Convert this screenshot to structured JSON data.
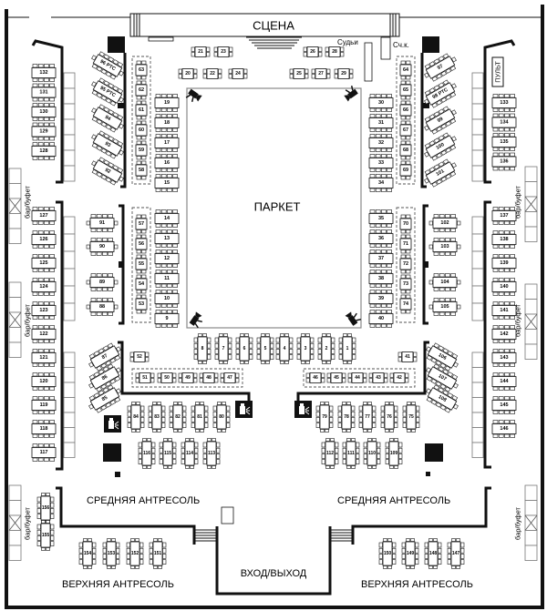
{
  "stage": {
    "label": "СЦЕНА"
  },
  "parket": {
    "label": "ПАРКЕТ"
  },
  "judges": {
    "label": "Судьи"
  },
  "counting": {
    "label": "Сч.к."
  },
  "pult": {
    "label": "ПУЛЬТ"
  },
  "bar_label": "бар/буфет",
  "middle_mezzanine": {
    "left": "СРЕДНЯЯ АНТРЕСОЛЬ",
    "right": "СРЕДНЯЯ АНТРЕСОЛЬ"
  },
  "upper_mezzanine": {
    "left": "ВЕРХНЯЯ АНТРЕСОЛЬ",
    "right": "ВЕРХНЯЯ АНТРЕСОЛЬ"
  },
  "entrance": {
    "label": "ВХОД/ВЫХОД"
  },
  "tables": {
    "stage_front_left_back": [
      "21",
      "23"
    ],
    "stage_front_left_front": [
      "20",
      "22",
      "24"
    ],
    "stage_front_right_back": [
      "26",
      "28"
    ],
    "stage_front_right_front": [
      "25",
      "27",
      "29"
    ],
    "row_left_top": [
      "19",
      "18",
      "17",
      "16",
      "15"
    ],
    "row_right_top": [
      "30",
      "31",
      "32",
      "33",
      "34"
    ],
    "col_left_top": [
      "63",
      "62",
      "61",
      "60",
      "59",
      "58"
    ],
    "col_right_top": [
      "64",
      "65",
      "66",
      "67",
      "68",
      "69"
    ],
    "angled_left_top": [
      "96 РТС",
      "95 РТС",
      "94",
      "93",
      "92"
    ],
    "angled_right_top": [
      "97",
      "98 РТС",
      "99",
      "100",
      "101"
    ],
    "outer_left_top": [
      "132",
      "131",
      "130",
      "129",
      "128"
    ],
    "outer_right_top": [
      "133",
      "134",
      "135",
      "136"
    ],
    "outer_left_mid": [
      "127",
      "126",
      "125",
      "124",
      "123",
      "122",
      "121",
      "120",
      "119",
      "118",
      "117"
    ],
    "outer_right_mid": [
      "137",
      "138",
      "139",
      "140",
      "141",
      "142",
      "143",
      "144",
      "145",
      "146"
    ],
    "side_left": [
      "91",
      "90",
      "89",
      "88"
    ],
    "side_right": [
      "102",
      "103",
      "104",
      "105"
    ],
    "col_left_mid": [
      "57",
      "56",
      "55",
      "54",
      "53"
    ],
    "col_right_mid": [
      "70",
      "71",
      "72",
      "73",
      "74"
    ],
    "row_left_mid": [
      "14",
      "13",
      "12",
      "11",
      "10",
      "9"
    ],
    "row_right_mid": [
      "35",
      "36",
      "37",
      "38",
      "39",
      "40"
    ],
    "long_center": [
      "8",
      "7",
      "6",
      "5",
      "4",
      "3",
      "2",
      "1"
    ],
    "single_left": [
      "52"
    ],
    "single_right": [
      "41"
    ],
    "dashed_left": [
      "51",
      "50",
      "49",
      "48",
      "47"
    ],
    "dashed_right": [
      "46",
      "45",
      "44",
      "43",
      "42"
    ],
    "angled_left_bottom": [
      "87",
      "86",
      "85"
    ],
    "angled_right_bottom": [
      "106",
      "107",
      "108"
    ],
    "long_left": [
      "84",
      "83",
      "82",
      "81",
      "80"
    ],
    "long_right": [
      "79",
      "78",
      "77",
      "76",
      "75"
    ],
    "lower_left": [
      "116",
      "115",
      "114",
      "113"
    ],
    "lower_right": [
      "112",
      "111",
      "110",
      "109"
    ],
    "mezz_left_side": [
      "156",
      "155"
    ],
    "upper_left": [
      "154",
      "153",
      "152",
      "151"
    ],
    "upper_right": [
      "150",
      "149",
      "148",
      "147"
    ]
  }
}
